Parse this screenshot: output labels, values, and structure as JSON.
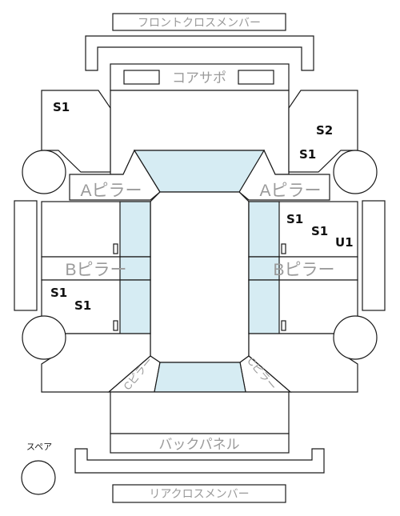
{
  "labels": {
    "front_cross_member": "フロントクロスメンバー",
    "core_support": "コアサポ",
    "a_pillar_left": "Aピラー",
    "a_pillar_right": "Aピラー",
    "b_pillar_left": "Bピラー",
    "b_pillar_right": "Bピラー",
    "c_pillar_left": "Cピラー",
    "c_pillar_right": "Cピラー",
    "back_panel": "バックパネル",
    "rear_cross_member": "リアクロスメンバー",
    "spare": "スペア"
  },
  "marks": {
    "front_left_fender": "S1",
    "front_right_fender_1": "S2",
    "front_right_fender_2": "S1",
    "right_front_door_1": "S1",
    "right_front_door_2": "S1",
    "right_front_door_3": "U1",
    "left_rear_door_1": "S1",
    "left_rear_door_2": "S1"
  },
  "colors": {
    "line": "#1a1a1a",
    "glass": "#d6ecf3",
    "label_gray": "#9a9a9a",
    "mark_text": "#111111"
  }
}
